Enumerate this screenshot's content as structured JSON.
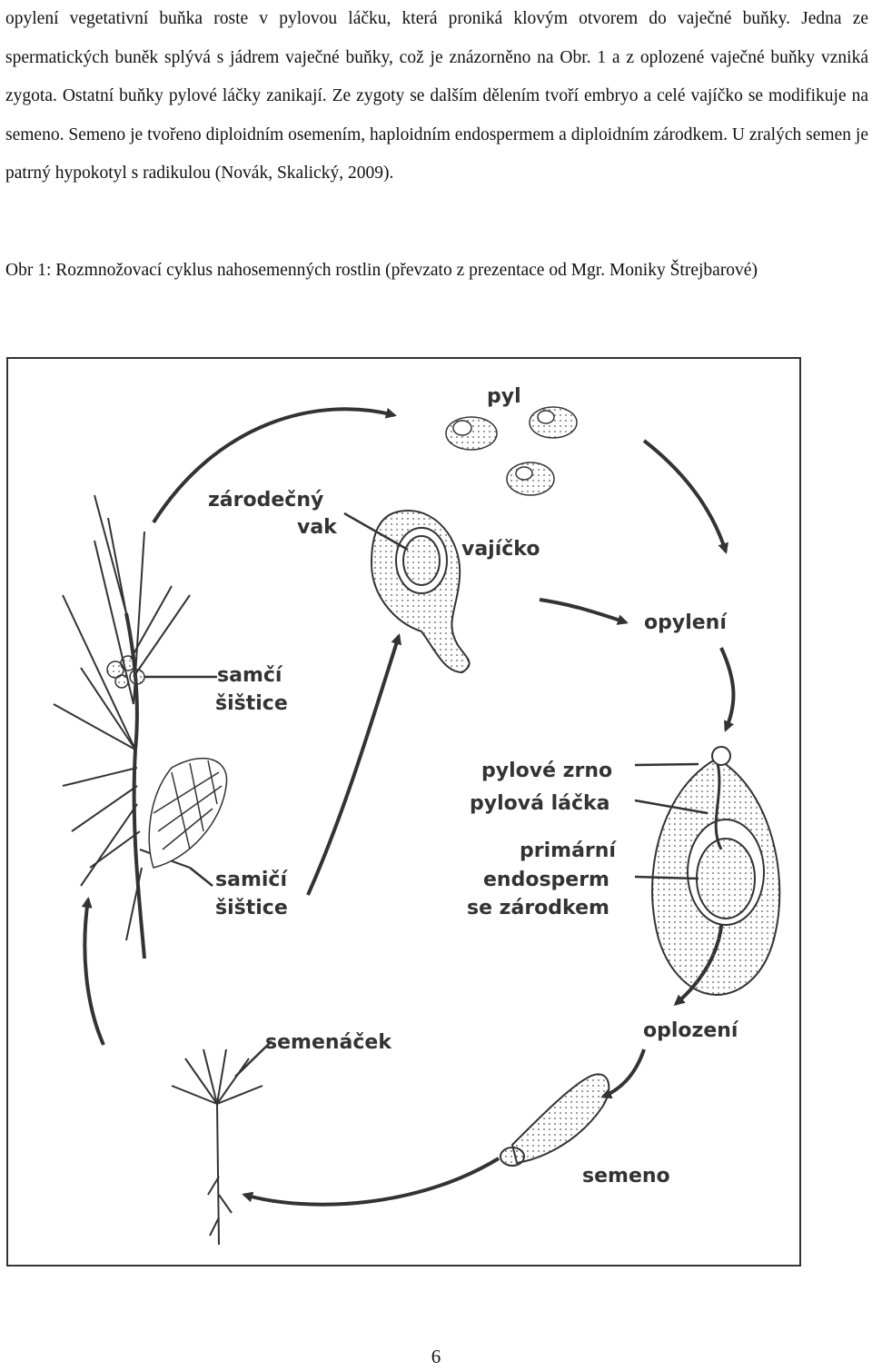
{
  "document": {
    "body_paragraph": "opylení vegetativní buňka roste v pylovou láčku, která proniká klovým otvorem do vaječné buňky. Jedna ze spermatických buněk splývá s jádrem vaječné buňky, což je znázorněno na Obr. 1 a z oplozené vaječné buňky vzniká zygota. Ostatní buňky pylové láčky zanikají. Ze zygoty se dalším dělením tvoří embryo a celé vajíčko se modifikuje na semeno. Semeno je tvořeno diploidním osemením, haploidním endospermem a diploidním zárodkem. U zralých semen je patrný hypokotyl s radikulou (Novák, Skalický, 2009).",
    "figure_caption": "Obr 1: Rozmnožovací cyklus nahosemenných rostlin (převzato z prezentace od Mgr. Moniky Štrejbarové)",
    "page_number": "6"
  },
  "figure": {
    "labels": {
      "pyl": "pyl",
      "zarodecny": "zárodečný",
      "vak": "vak",
      "vajicko": "vajíčko",
      "opyleni": "opylení",
      "samci": "samčí",
      "samci_sistice": "šištice",
      "pylove_zrno": "pylové zrno",
      "pylova_lacka": "pylová láčka",
      "primarni": "primární",
      "endosperm": "endosperm",
      "se_zarodkem": "se zárodkem",
      "samici": "samičí",
      "samici_sistice": "šištice",
      "oplozeni": "oplození",
      "semenacek": "semenáček",
      "semeno": "semeno"
    },
    "line_color": "#333333"
  }
}
